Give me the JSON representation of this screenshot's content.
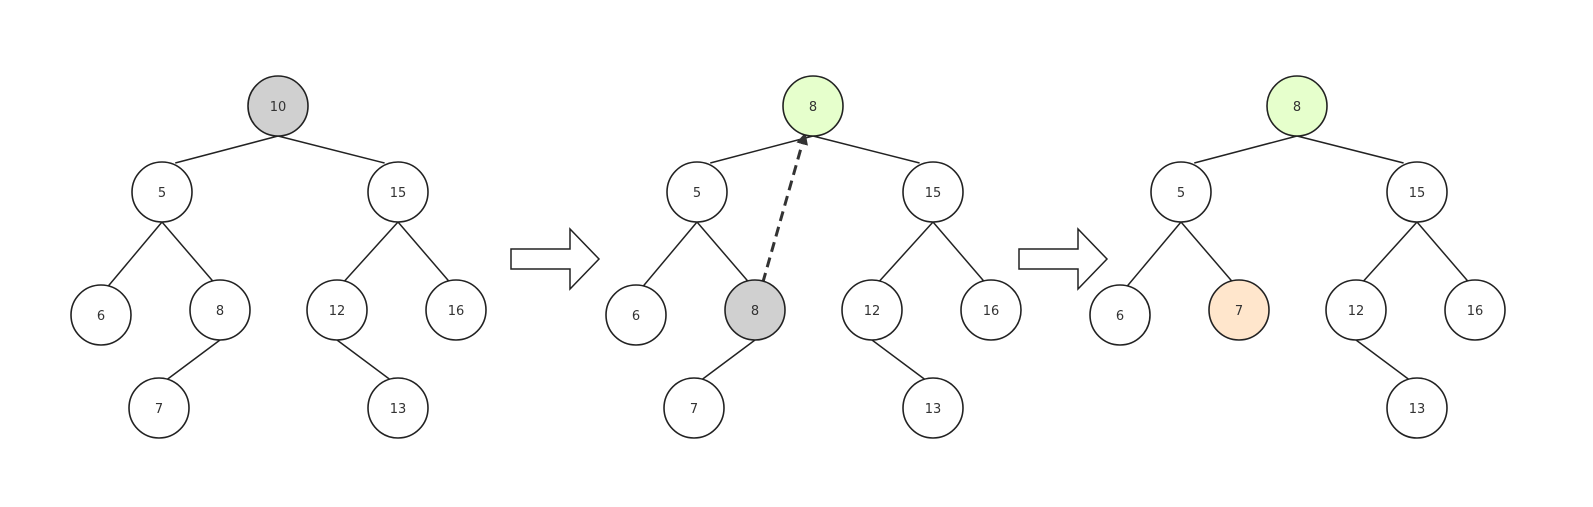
{
  "colors": {
    "default_fill": "#ffffff",
    "removed_fill": "#d0d0d0",
    "new_root_fill": "#e6ffcc",
    "replaced_fill": "#ffe6cc",
    "stroke": "#222222"
  },
  "trees": [
    {
      "id": "before",
      "nodes": [
        {
          "id": "a10",
          "label": "10",
          "state": "removed"
        },
        {
          "id": "a5",
          "label": "5",
          "state": "default"
        },
        {
          "id": "a15",
          "label": "15",
          "state": "default"
        },
        {
          "id": "a6",
          "label": "6",
          "state": "default"
        },
        {
          "id": "a8",
          "label": "8",
          "state": "default"
        },
        {
          "id": "a12",
          "label": "12",
          "state": "default"
        },
        {
          "id": "a16",
          "label": "16",
          "state": "default"
        },
        {
          "id": "a7",
          "label": "7",
          "state": "default"
        },
        {
          "id": "a13",
          "label": "13",
          "state": "default"
        }
      ],
      "edges": [
        [
          "a10",
          "a5"
        ],
        [
          "a10",
          "a15"
        ],
        [
          "a5",
          "a6"
        ],
        [
          "a5",
          "a8"
        ],
        [
          "a15",
          "a12"
        ],
        [
          "a15",
          "a16"
        ],
        [
          "a8",
          "a7"
        ],
        [
          "a12",
          "a13"
        ]
      ]
    },
    {
      "id": "during",
      "nodes": [
        {
          "id": "b8r",
          "label": "8",
          "state": "new_root"
        },
        {
          "id": "b5",
          "label": "5",
          "state": "default"
        },
        {
          "id": "b15",
          "label": "15",
          "state": "default"
        },
        {
          "id": "b6",
          "label": "6",
          "state": "default"
        },
        {
          "id": "b8",
          "label": "8",
          "state": "removed"
        },
        {
          "id": "b12",
          "label": "12",
          "state": "default"
        },
        {
          "id": "b16",
          "label": "16",
          "state": "default"
        },
        {
          "id": "b7",
          "label": "7",
          "state": "default"
        },
        {
          "id": "b13",
          "label": "13",
          "state": "default"
        }
      ],
      "edges": [
        [
          "b8r",
          "b5"
        ],
        [
          "b8r",
          "b15"
        ],
        [
          "b5",
          "b6"
        ],
        [
          "b5",
          "b8"
        ],
        [
          "b15",
          "b12"
        ],
        [
          "b15",
          "b16"
        ],
        [
          "b8",
          "b7"
        ],
        [
          "b12",
          "b13"
        ]
      ]
    },
    {
      "id": "after",
      "nodes": [
        {
          "id": "c8",
          "label": "8",
          "state": "new_root"
        },
        {
          "id": "c5",
          "label": "5",
          "state": "default"
        },
        {
          "id": "c15",
          "label": "15",
          "state": "default"
        },
        {
          "id": "c6",
          "label": "6",
          "state": "default"
        },
        {
          "id": "c7",
          "label": "7",
          "state": "replaced"
        },
        {
          "id": "c12",
          "label": "12",
          "state": "default"
        },
        {
          "id": "c16",
          "label": "16",
          "state": "default"
        },
        {
          "id": "c13",
          "label": "13",
          "state": "default"
        }
      ],
      "edges": [
        [
          "c8",
          "c5"
        ],
        [
          "c8",
          "c15"
        ],
        [
          "c5",
          "c6"
        ],
        [
          "c5",
          "c7"
        ],
        [
          "c15",
          "c12"
        ],
        [
          "c15",
          "c16"
        ],
        [
          "c12",
          "c13"
        ]
      ]
    }
  ],
  "moves": [
    {
      "from": "b8",
      "to": "b8r"
    }
  ]
}
